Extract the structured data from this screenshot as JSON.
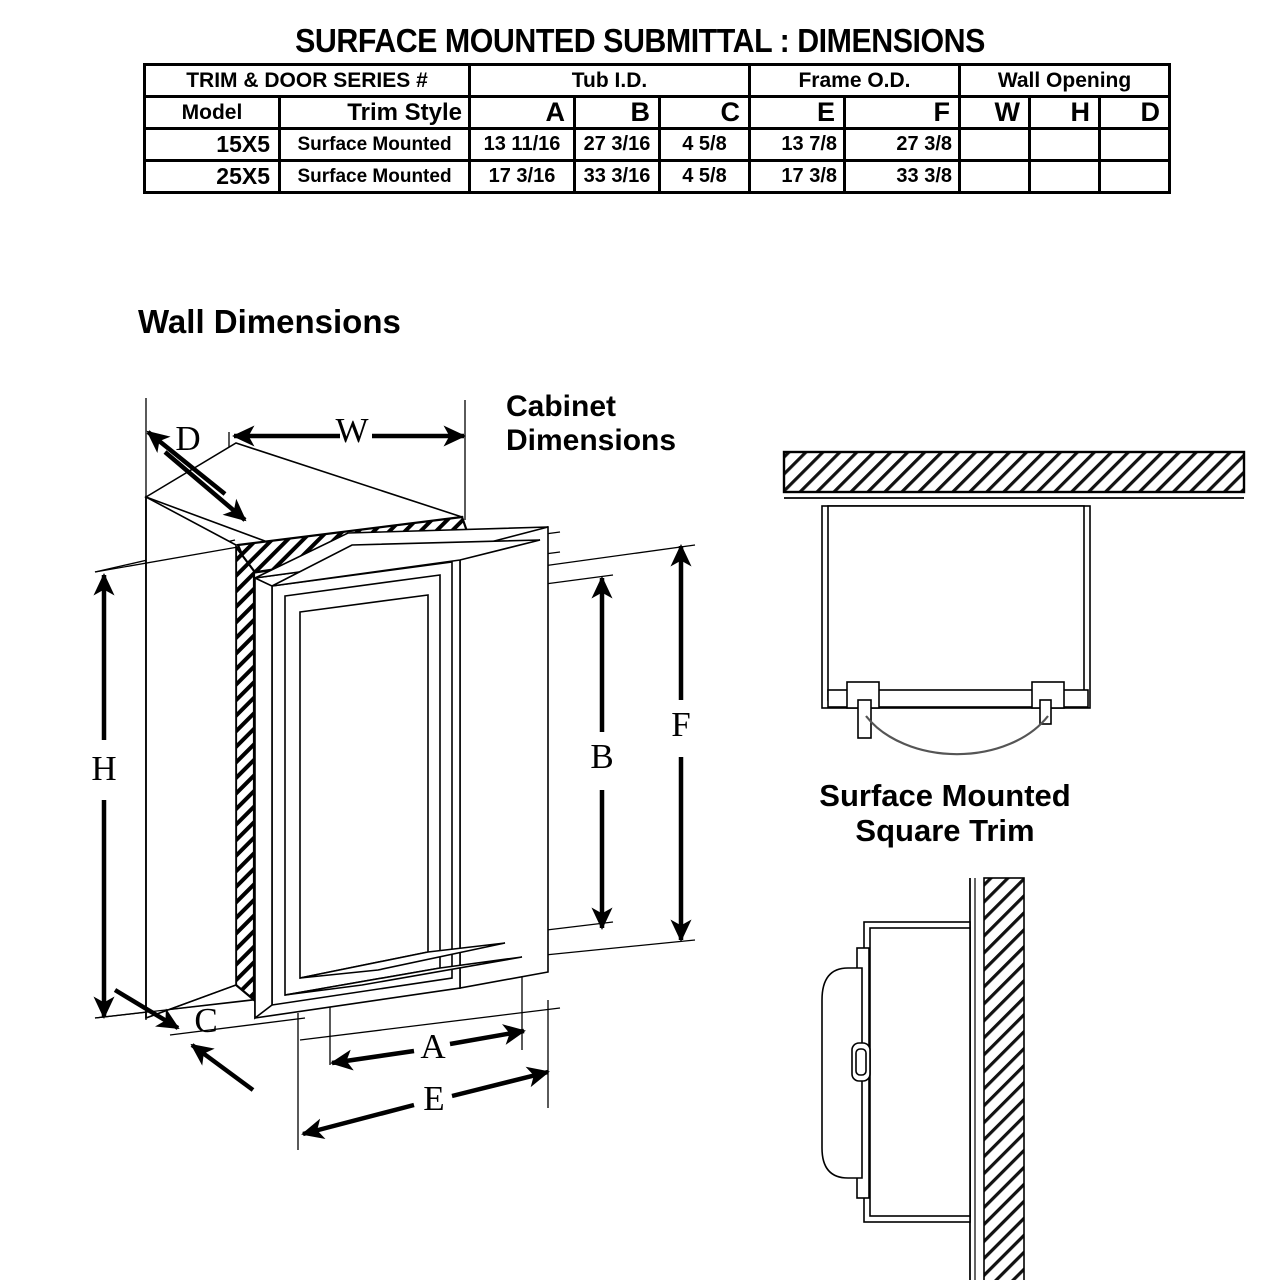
{
  "sheet": {
    "title": "SURFACE MOUNTED SUBMITTAL : DIMENSIONS"
  },
  "table": {
    "group_headers": [
      {
        "label": "TRIM & DOOR SERIES #",
        "span": 2
      },
      {
        "label": "Tub I.D.",
        "span": 3
      },
      {
        "label": "Frame O.D.",
        "span": 2
      },
      {
        "label": "Wall Opening",
        "span": 3
      }
    ],
    "column_headers": [
      "Model",
      "Trim Style",
      "A",
      "B",
      "C",
      "E",
      "F",
      "W",
      "H",
      "D"
    ],
    "rows": [
      {
        "model": "15X5",
        "trim_style": "Surface Mounted",
        "A": "13 11/16",
        "B": "27  3/16",
        "C": "4 5/8",
        "E": "13 7/8",
        "F": "27 3/8",
        "W": "",
        "H": "",
        "D": ""
      },
      {
        "model": "25X5",
        "trim_style": "Surface Mounted",
        "A": "17  3/16",
        "B": "33  3/16",
        "C": "4 5/8",
        "E": "17 3/8",
        "F": "33 3/8",
        "W": "",
        "H": "",
        "D": ""
      }
    ]
  },
  "captions": {
    "wall_dimensions": "Wall Dimensions",
    "cabinet_dimensions": "Cabinet\nDimensions",
    "surface_mounted_square_trim": "Surface Mounted\nSquare Trim"
  },
  "dimension_labels": {
    "D": "D",
    "W": "W",
    "H": "H",
    "B": "B",
    "F": "F",
    "C": "C",
    "A": "A",
    "E": "E"
  },
  "colors": {
    "ink": "#000000",
    "paper": "#ffffff",
    "line_gray": "#333333"
  }
}
